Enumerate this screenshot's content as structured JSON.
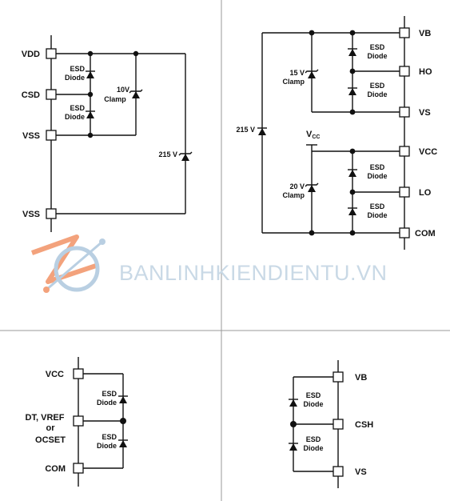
{
  "top_left": {
    "pins": {
      "vdd": "VDD",
      "csd": "CSD",
      "vss1": "VSS",
      "vss2": "VSS"
    },
    "esd1": [
      "ESD",
      "Diode"
    ],
    "esd2": [
      "ESD",
      "Diode"
    ],
    "clamp": [
      "10V",
      "Clamp"
    ],
    "zener": "215  V"
  },
  "top_right": {
    "pins": {
      "vb": "VB",
      "ho": "HO",
      "vs": "VS",
      "vcc": "VCC",
      "lo": "LO",
      "com": "COM"
    },
    "esd": [
      [
        "ESD",
        "Diode"
      ],
      [
        "ESD",
        "Diode"
      ],
      [
        "ESD",
        "Diode"
      ],
      [
        "ESD",
        "Diode"
      ]
    ],
    "clamp15": [
      "15  V",
      "Clamp"
    ],
    "clamp20": [
      "20  V",
      "Clamp"
    ],
    "zener": "215  V",
    "vcc_label": "V",
    "vcc_sub": "CC"
  },
  "bottom_left": {
    "pins": {
      "vcc": "VCC",
      "mid": [
        "DT, VREF",
        "or",
        "OCSET"
      ],
      "com": "COM"
    },
    "esd": [
      [
        "ESD",
        "Diode"
      ],
      [
        "ESD",
        "Diode"
      ]
    ]
  },
  "bottom_right": {
    "pins": {
      "vb": "VB",
      "csh": "CSH",
      "vs": "VS"
    },
    "esd": [
      [
        "ESD",
        "Diode"
      ],
      [
        "ESD",
        "Diode"
      ]
    ]
  },
  "watermark": {
    "text": "BANLINHKIENDIENTU.VN",
    "colors": {
      "logo_orange": "#f3a27c",
      "logo_blue": "#b9cfe2"
    }
  }
}
